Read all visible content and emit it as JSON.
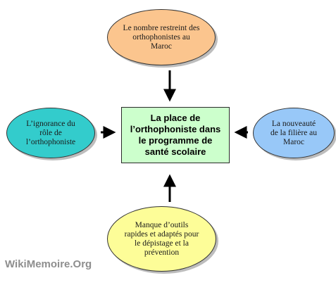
{
  "center": {
    "text": "La place de\nl’orthophoniste dans\nle programme de\nsanté scolaire",
    "fill": "#ccffcc"
  },
  "nodes": {
    "top": {
      "text": "Le nombre restreint des\northophonistes au\nMaroc",
      "fill": "#fbc58e"
    },
    "left": {
      "text": "L’ignorance du\nrôle de\nl’orthophoniste",
      "fill": "#33cccc"
    },
    "right": {
      "text": "La nouveauté\nde la filière au\nMaroc",
      "fill": "#98c8f8"
    },
    "bottom": {
      "text": "Manque d’outils\nrapides et adaptés pour\nle dépistage et la\nprévention",
      "fill": "#fdfd98"
    }
  },
  "watermark": "WikiMemoire.Org"
}
